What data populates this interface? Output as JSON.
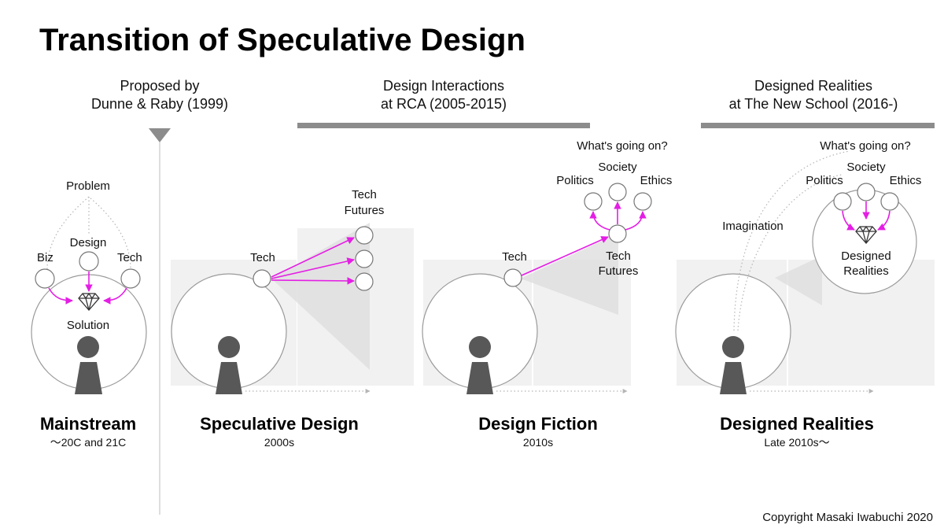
{
  "title": "Transition of Speculative Design",
  "headers": {
    "proposed_line1": "Proposed by",
    "proposed_line2": "Dunne & Raby (1999)",
    "rca_line1": "Design Interactions",
    "rca_line2": "at RCA (2005-2015)",
    "newschool_line1": "Designed Realities",
    "newschool_line2": "at The New School (2016-)"
  },
  "mainstream": {
    "problem": "Problem",
    "design": "Design",
    "biz": "Biz",
    "tech": "Tech",
    "solution": "Solution",
    "name": "Mainstream",
    "period": "～20C and 21C"
  },
  "speculative": {
    "tech": "Tech",
    "futures_line1": "Tech",
    "futures_line2": "Futures",
    "name": "Speculative Design",
    "period": "2000s"
  },
  "fiction": {
    "question": "What's going on?",
    "society": "Society",
    "politics": "Politics",
    "ethics": "Ethics",
    "tech": "Tech",
    "futures_line1": "Tech",
    "futures_line2": "Futures",
    "name": "Design Fiction",
    "period": "2010s"
  },
  "realities": {
    "question": "What's going on?",
    "society": "Society",
    "politics": "Politics",
    "ethics": "Ethics",
    "imagination": "Imagination",
    "designed_line1": "Designed",
    "designed_line2": "Realities",
    "name": "Designed Realities",
    "period": "Late 2010s～"
  },
  "copyright": "Copyright Masaki Iwabuchi 2020",
  "colors": {
    "accent": "#e41ee4",
    "bar": "#8c8c8c",
    "figure": "#585858"
  },
  "icons": {
    "solution": "diamond-icon",
    "designed_realities": "diamond-icon",
    "marker": "triangle-down-icon"
  }
}
